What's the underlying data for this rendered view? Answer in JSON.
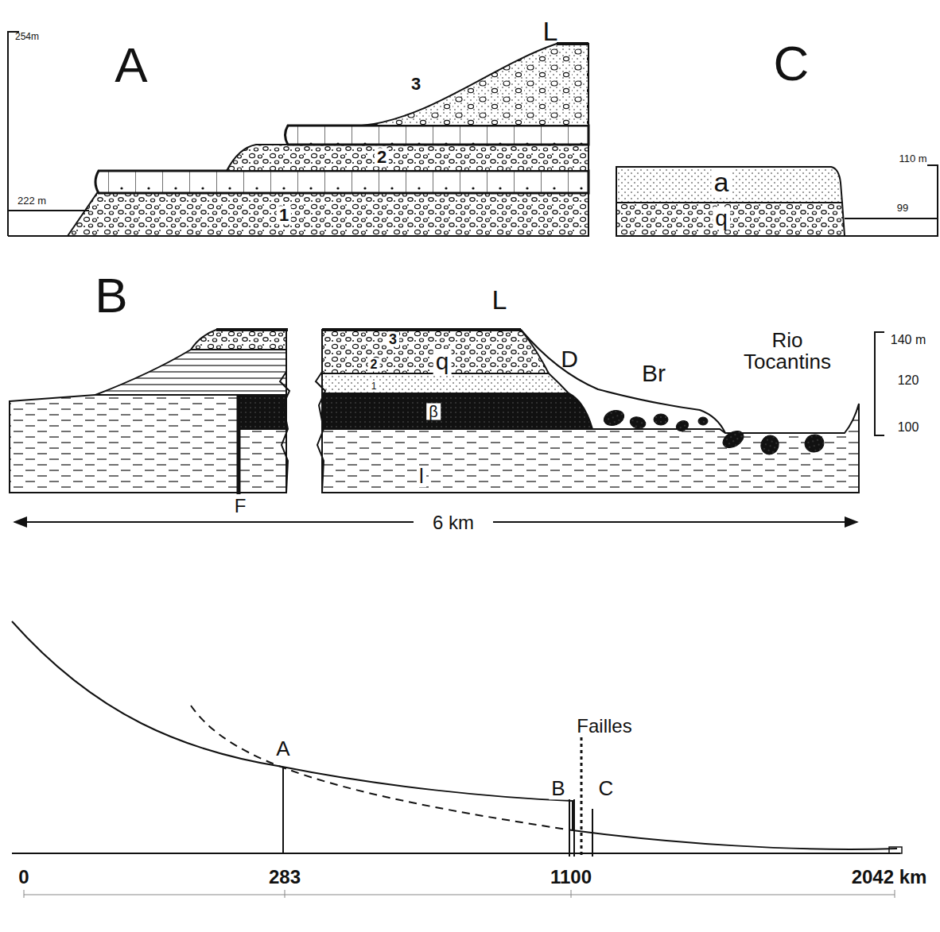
{
  "diagram": {
    "labels": [
      "254m",
      "A",
      "L",
      "3",
      "2",
      "1",
      "222 m",
      "C",
      "110 m",
      "99",
      "a",
      "q",
      "B",
      "L",
      "3",
      "2",
      "1",
      "q",
      "β",
      "D",
      "Br",
      "Rio Tocantins",
      "140 m",
      "120",
      "100",
      "l",
      "F",
      "6 km",
      "Failles",
      "A",
      "B",
      "C",
      "0",
      "283",
      "1100",
      "2042 km"
    ]
  }
}
